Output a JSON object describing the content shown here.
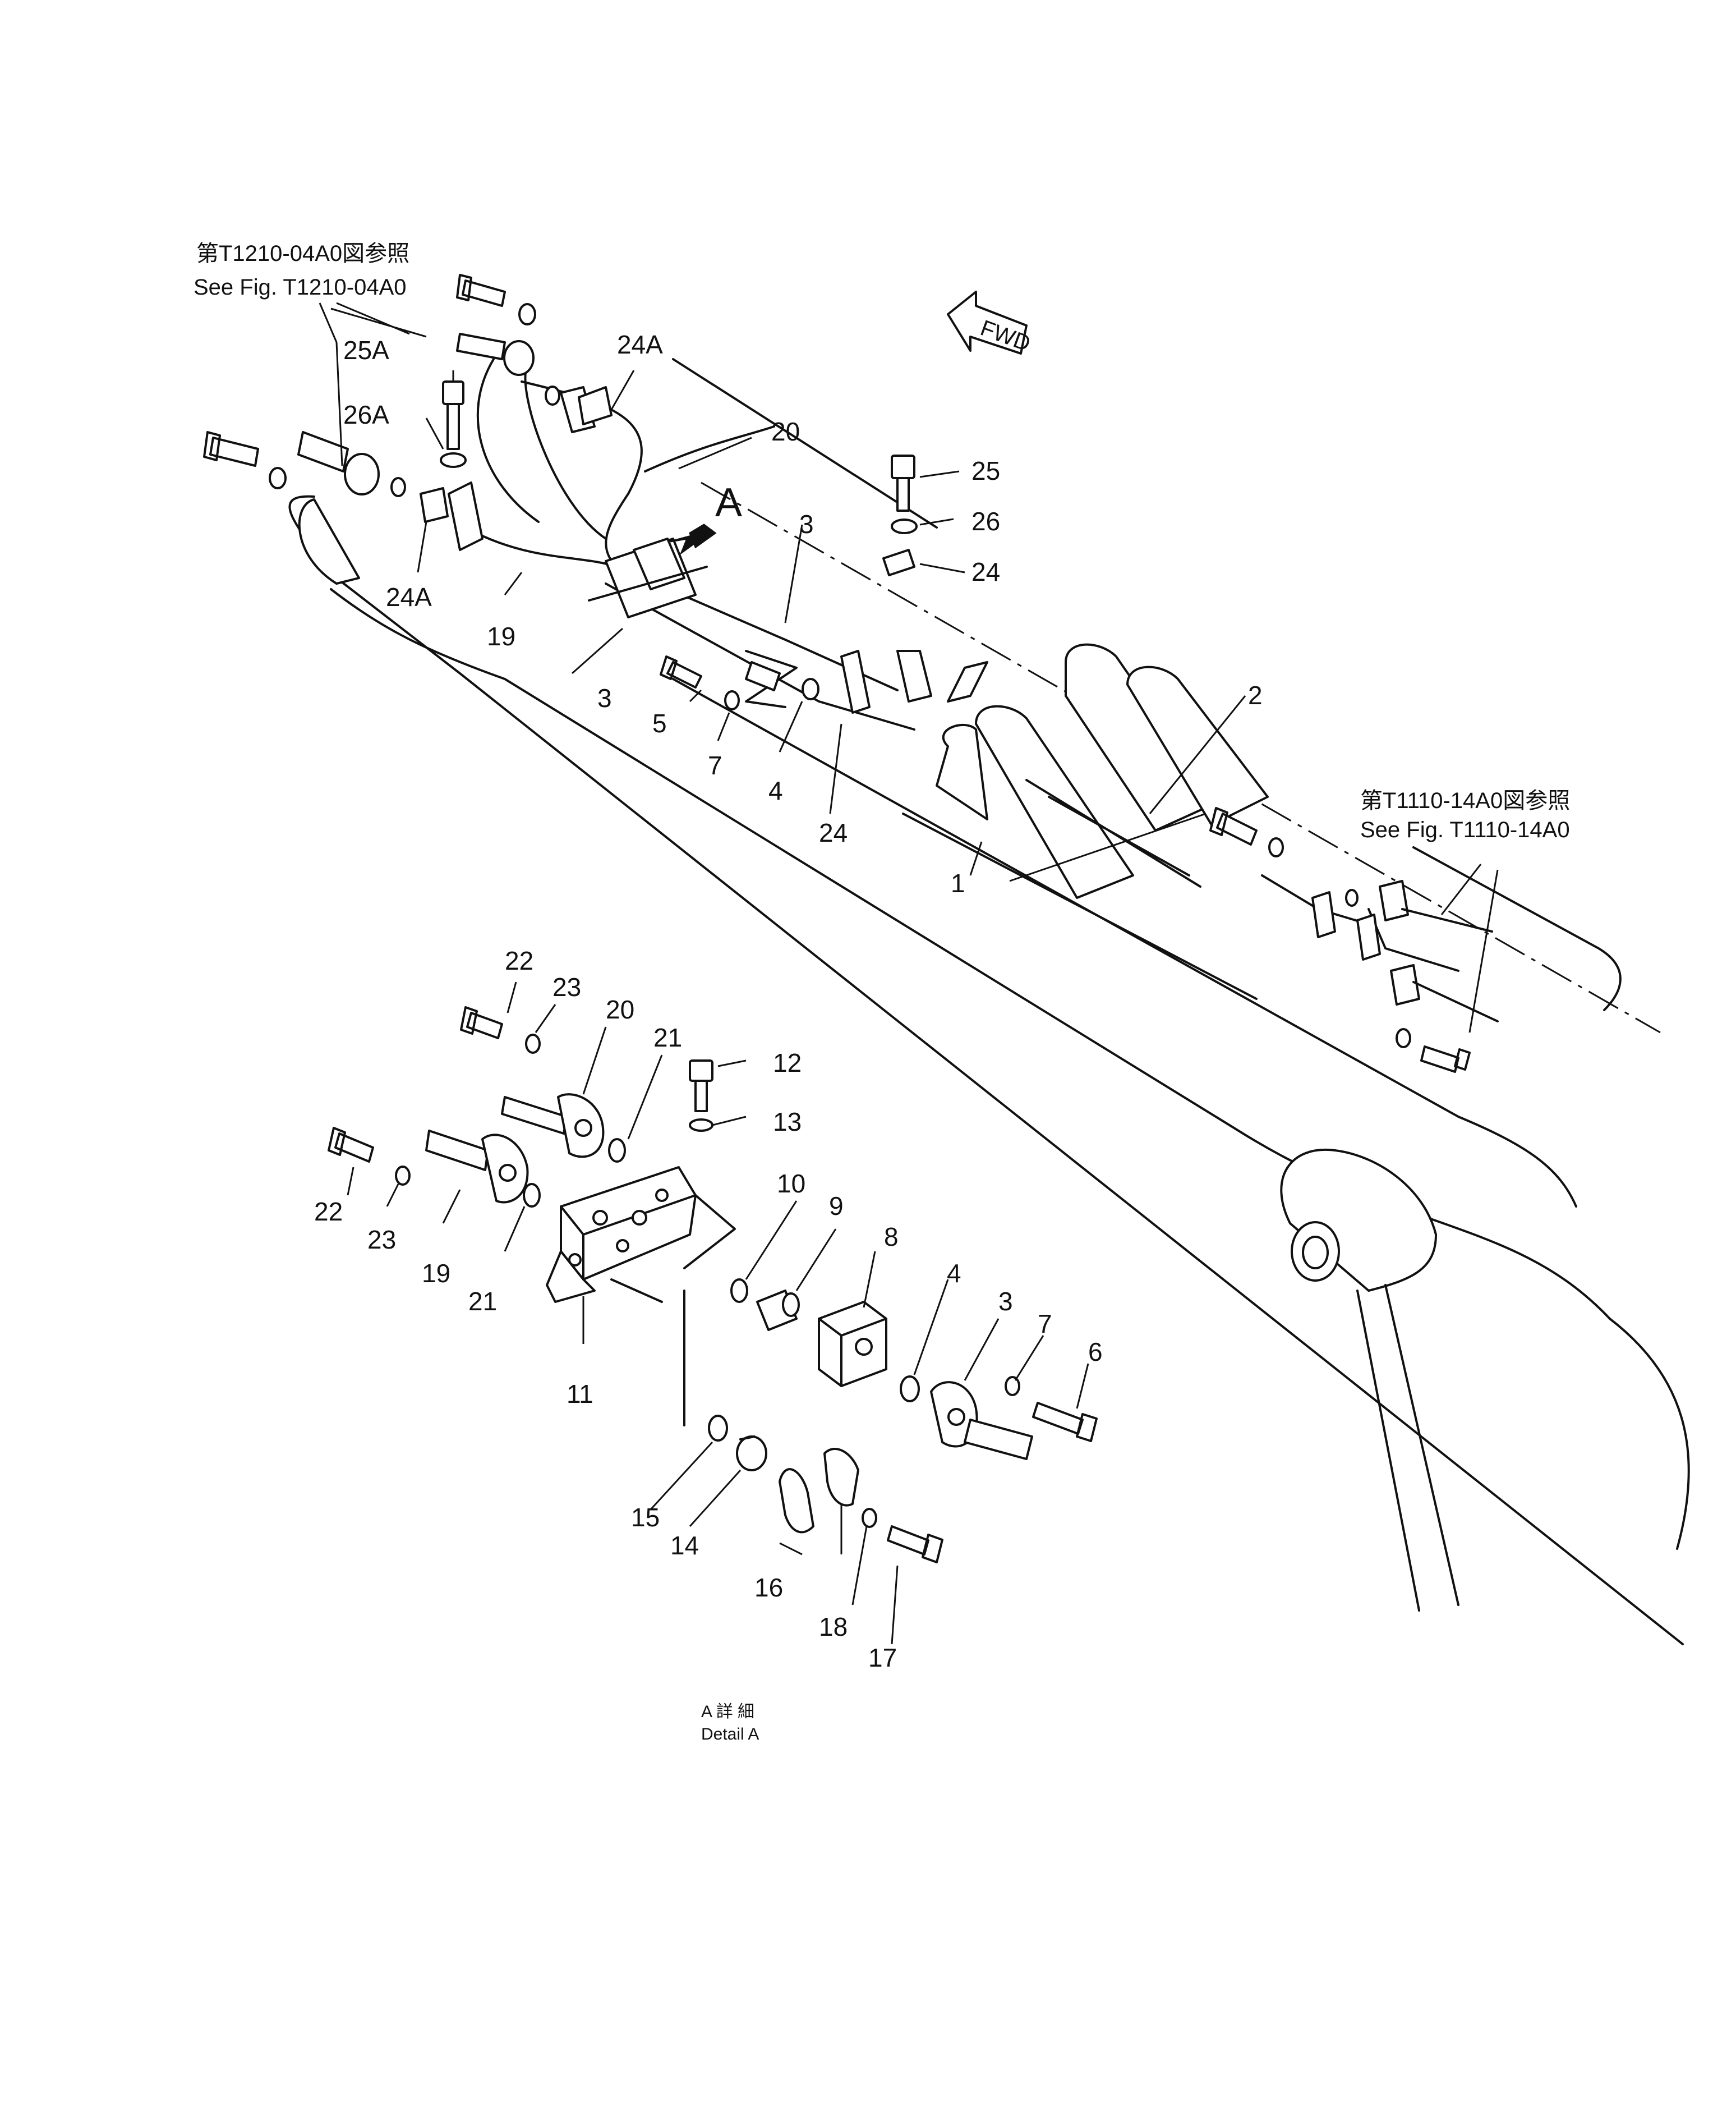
{
  "references": {
    "top_left": {
      "jp": "第T1210-04A0図参照",
      "en": "See  Fig. T1210-04A0"
    },
    "right": {
      "jp": "第T1110-14A0図参照",
      "en": "See  Fig. T1110-14A0"
    }
  },
  "fwd_label": "FWD",
  "view_marker": "A",
  "detail_caption": {
    "jp": "A 詳 細",
    "en": "Detail A"
  },
  "callouts": {
    "c25A": "25A",
    "c26A": "26A",
    "c24A_top": "24A",
    "c24A_left": "24A",
    "c20_top": "20",
    "c19_top": "19",
    "c3_top": "3",
    "c3_mid": "3",
    "c25": "25",
    "c26": "26",
    "c24_upper": "24",
    "c24_lower": "24",
    "c5": "5",
    "c7_top": "7",
    "c4_top": "4",
    "c2": "2",
    "c1": "1",
    "c22_top": "22",
    "c23_top": "23",
    "c20_det": "20",
    "c21_top": "21",
    "c12": "12",
    "c13": "13",
    "c22_left": "22",
    "c23_left": "23",
    "c19_det": "19",
    "c21_left": "21",
    "c10": "10",
    "c9": "9",
    "c8": "8",
    "c4_det": "4",
    "c3_det": "3",
    "c7_det": "7",
    "c6": "6",
    "c11": "11",
    "c15": "15",
    "c14": "14",
    "c16": "16",
    "c18": "18",
    "c17": "17"
  }
}
